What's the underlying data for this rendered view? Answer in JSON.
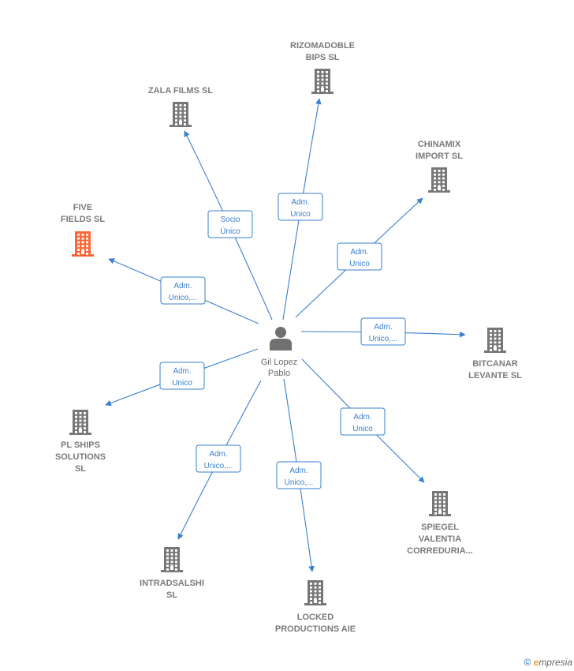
{
  "colors": {
    "edge": "#3a7fd0",
    "building": "#777777",
    "building_highlight": "#ff6633",
    "person": "#707070"
  },
  "center": {
    "name_line1": "Gil Lopez",
    "name_line2": "Pablo",
    "icon": "person-icon"
  },
  "nodes": [
    {
      "id": "rizomadoble",
      "lines": [
        "RIZOMADOBLE",
        "BIPS  SL"
      ],
      "highlight": false
    },
    {
      "id": "zala-films",
      "lines": [
        "ZALA FILMS SL"
      ],
      "highlight": false
    },
    {
      "id": "chinamix",
      "lines": [
        "CHINAMIX",
        "IMPORT SL"
      ],
      "highlight": false
    },
    {
      "id": "five-fields",
      "lines": [
        "FIVE",
        "FIELDS  SL"
      ],
      "highlight": true
    },
    {
      "id": "bitcanar",
      "lines": [
        "BITCANAR",
        "LEVANTE  SL"
      ],
      "highlight": false
    },
    {
      "id": "pl-ships",
      "lines": [
        "PL SHIPS",
        "SOLUTIONS",
        "SL"
      ],
      "highlight": false
    },
    {
      "id": "spiegel",
      "lines": [
        "SPIEGEL",
        "VALENTIA",
        "CORREDURIA..."
      ],
      "highlight": false
    },
    {
      "id": "intradsalshi",
      "lines": [
        "INTRADSALSHI",
        "SL"
      ],
      "highlight": false
    },
    {
      "id": "locked",
      "lines": [
        "LOCKED",
        "PRODUCTIONS AIE"
      ],
      "highlight": false
    }
  ],
  "edges": [
    {
      "to": "rizomadoble",
      "label": [
        "Adm.",
        "Unico"
      ]
    },
    {
      "to": "zala-films",
      "label": [
        "Socio",
        "Único"
      ]
    },
    {
      "to": "chinamix",
      "label": [
        "Adm.",
        "Unico"
      ]
    },
    {
      "to": "five-fields",
      "label": [
        "Adm.",
        "Unico,..."
      ]
    },
    {
      "to": "bitcanar",
      "label": [
        "Adm.",
        "Unico,..."
      ]
    },
    {
      "to": "pl-ships",
      "label": [
        "Adm.",
        "Unico"
      ]
    },
    {
      "to": "spiegel",
      "label": [
        "Adm.",
        "Unico"
      ]
    },
    {
      "to": "intradsalshi",
      "label": [
        "Adm.",
        "Unico,..."
      ]
    },
    {
      "to": "locked",
      "label": [
        "Adm.",
        "Unico,..."
      ]
    }
  ],
  "footer": {
    "copyright": "©",
    "brand_e": "e",
    "brand_rest": "mpresia"
  }
}
